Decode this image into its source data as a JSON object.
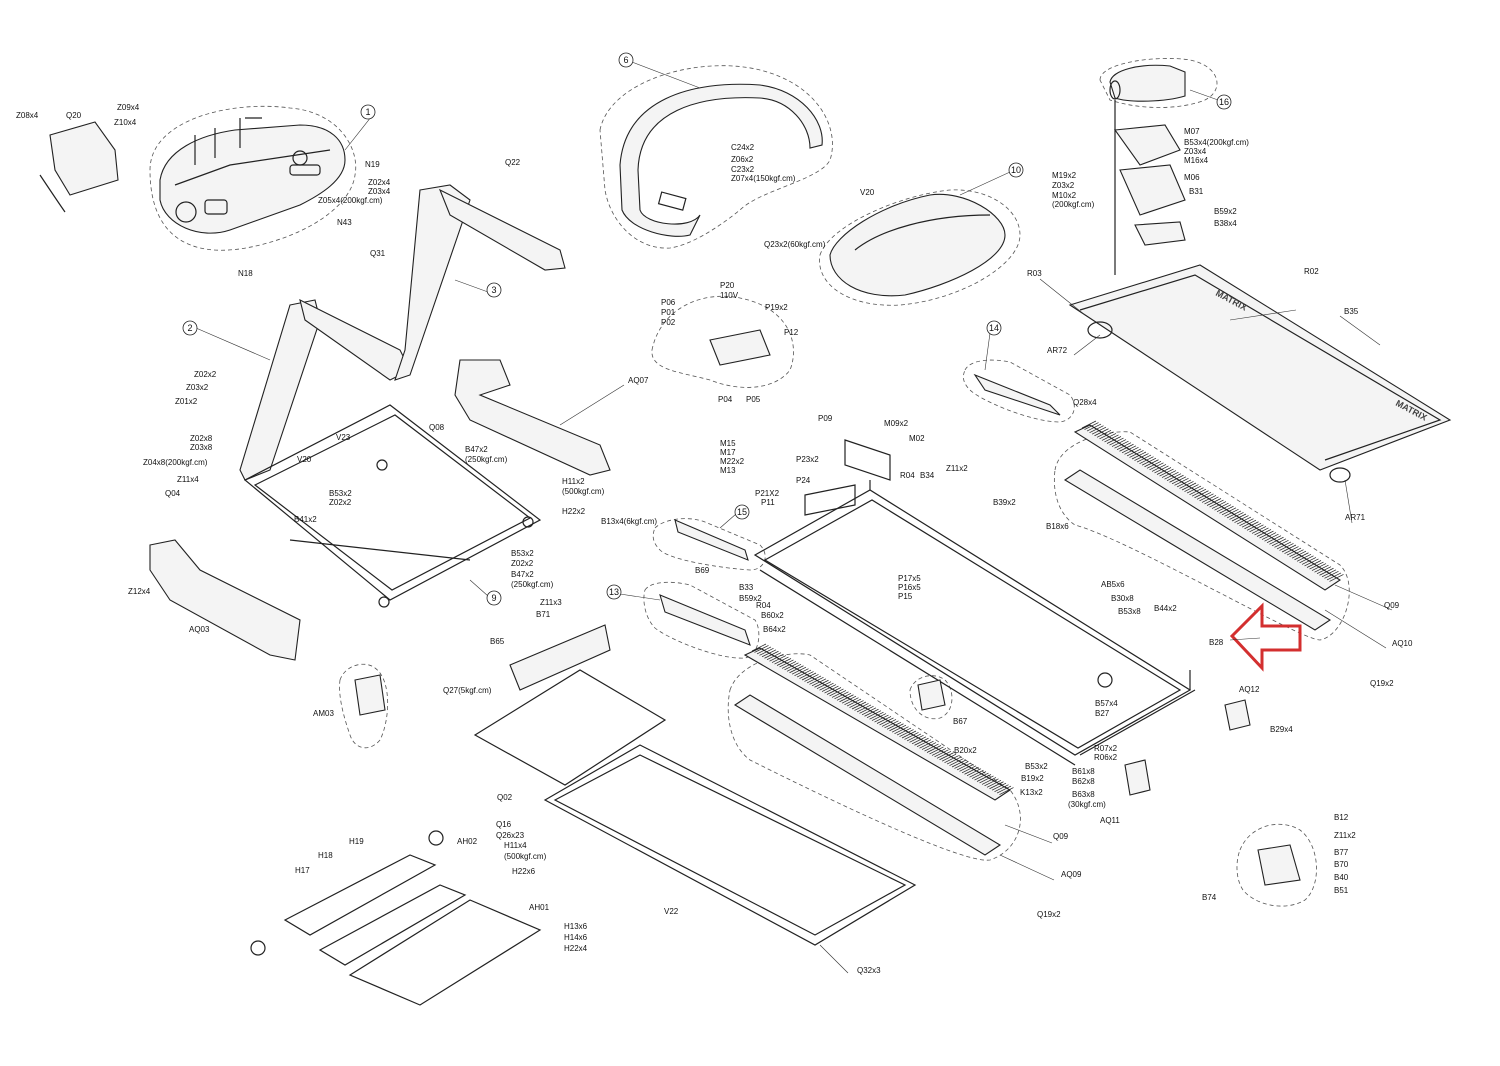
{
  "diagram": {
    "brand_text": "MATRIX",
    "highlight": {
      "color": "#d32f2f",
      "target": "B28"
    },
    "callouts": [
      "1",
      "2",
      "3",
      "6",
      "9",
      "10",
      "13",
      "14",
      "15",
      "16"
    ],
    "labels": [
      "Z08x4",
      "Q20",
      "Z09x4",
      "Z10x4",
      "N19",
      "Q22",
      "Z02x4",
      "Z03x4",
      "Z05x4(200kgf.cm)",
      "N43",
      "N18",
      "Q31",
      "Z02x2",
      "Z03x2",
      "Z01x2",
      "Z02x8",
      "Z03x8",
      "Z04x8(200kgf.cm)",
      "Z11x4",
      "Q04",
      "Z12x4",
      "AQ03",
      "V20",
      "V23",
      "Q08",
      "B47x2",
      "(250kgf.cm)",
      "B53x2",
      "Z02x2",
      "B41x2",
      "H11x2",
      "(500kgf.cm)",
      "H22x2",
      "B53x2",
      "Z02x2",
      "B47x2",
      "(250kgf.cm)",
      "AQ07",
      "C24x2",
      "Z06x2",
      "C23x2",
      "Z07x4(150kgf.cm)",
      "V20",
      "Q23x2(60kgf.cm)",
      "P20",
      "110V",
      "P06",
      "P01",
      "P02",
      "P19x2",
      "P12",
      "P04",
      "P05",
      "B13x4(6kgf.cm)",
      "B69",
      "M07",
      "B53x4(200kgf.cm)",
      "Z03x4",
      "M16x4",
      "M19x2",
      "Z03x2",
      "M10x2",
      "(200kgf.cm)",
      "M06",
      "B31",
      "B59x2",
      "B38x4",
      "R03",
      "R02",
      "AR72",
      "B35",
      "Q28x4",
      "AR71",
      "P09",
      "M09x2",
      "M02",
      "M15",
      "M17",
      "M22x2",
      "M13",
      "P23x2",
      "P24",
      "P21X2",
      "P11",
      "R04",
      "B34",
      "Z11x2",
      "B39x2",
      "B18x6",
      "P17x5",
      "P16x5",
      "P15",
      "B33",
      "B59x2",
      "R04",
      "B60x2",
      "B64x2",
      "AB5x6",
      "B30x8",
      "B53x8",
      "B44x2",
      "B28",
      "Q09",
      "AQ10",
      "Q19x2",
      "AQ12",
      "B29x4",
      "B57x4",
      "B27",
      "R07x2",
      "R06x2",
      "B20x2",
      "B53x2",
      "B19x2",
      "K13x2",
      "B61x8",
      "B62x8",
      "B63x8",
      "(30kgf.cm)",
      "AQ11",
      "B67",
      "Z11x3",
      "B71",
      "B65",
      "Q27(5kgf.cm)",
      "AM03",
      "Q02",
      "Q16",
      "Q26x23",
      "H11x4",
      "(500kgf.cm)",
      "H22x6",
      "H19",
      "AH02",
      "H18",
      "H17",
      "AH01",
      "H13x6",
      "H14x6",
      "H22x4",
      "V22",
      "Q32x3",
      "Q09",
      "AQ09",
      "Q19x2",
      "B12",
      "Z11x2",
      "B77",
      "B70",
      "B40",
      "B51",
      "B74"
    ]
  }
}
